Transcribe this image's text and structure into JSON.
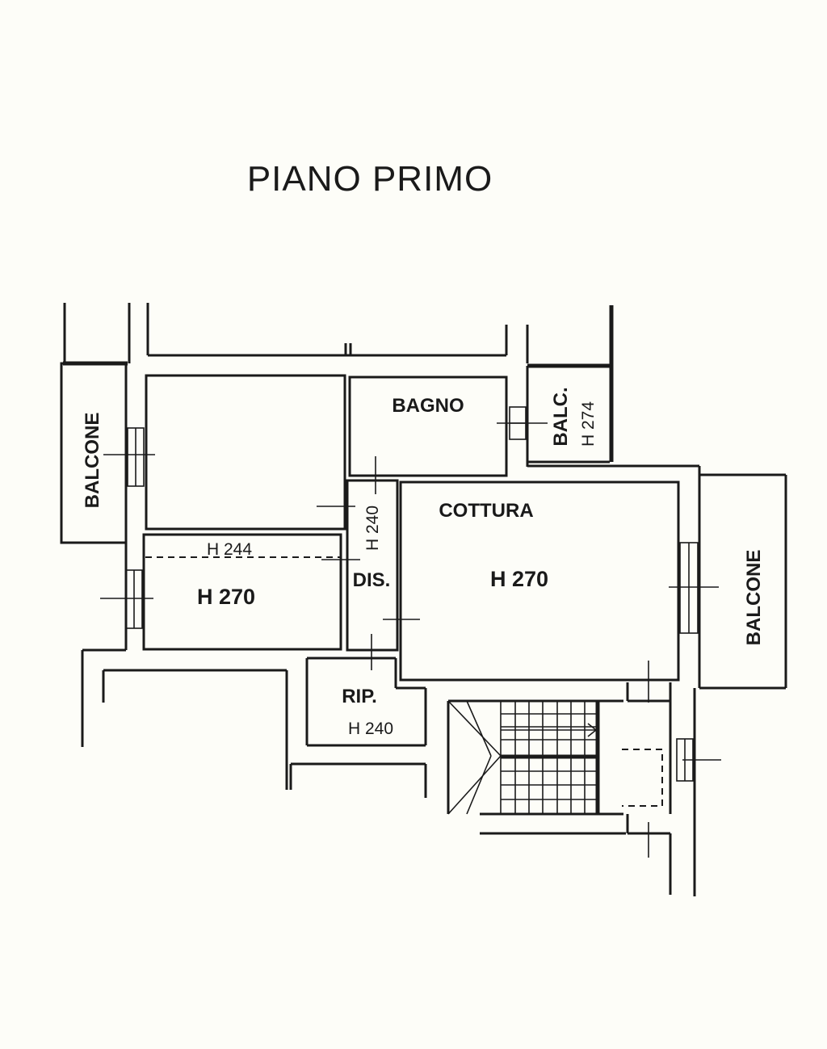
{
  "title": "PIANO PRIMO",
  "rooms": {
    "balcone_left": "BALCONE",
    "balcone_right": "BALCONE",
    "bagno": "BAGNO",
    "balc": "BALC.",
    "balc_height": "H 274",
    "cottura": "COTTURA",
    "cottura_height": "H 270",
    "room_left_height": "H 270",
    "room_left_lowered": "H 244",
    "dis": "DIS.",
    "dis_height": "H 240",
    "rip": "RIP.",
    "rip_height": "H 240"
  }
}
